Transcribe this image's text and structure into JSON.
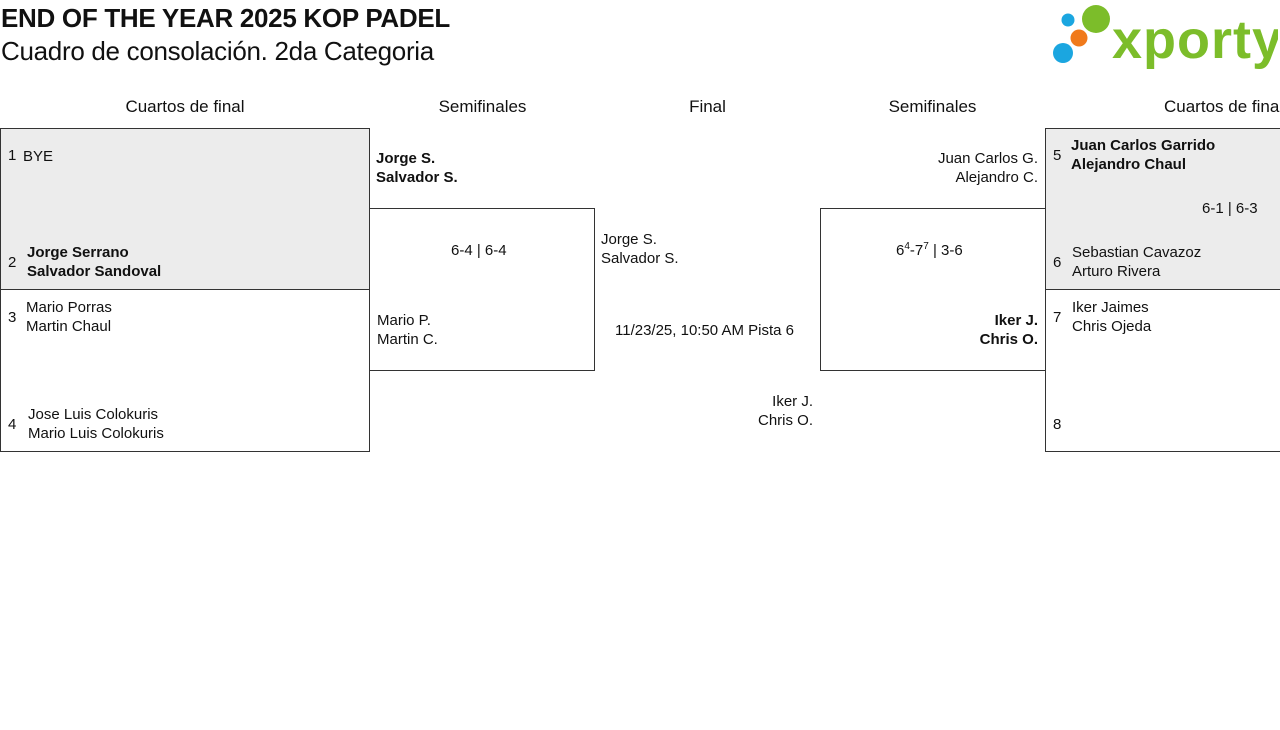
{
  "header": {
    "title": "END OF THE YEAR 2025 KOP PADEL",
    "subtitle": "Cuadro de consolación. 2da Categoria"
  },
  "logo": {
    "text": "xporty",
    "colors": {
      "text": "#7cbd2a",
      "blue": "#1ba6e0",
      "orange": "#f07a1b",
      "green": "#7cbd2a"
    }
  },
  "rounds": {
    "left_qf": "Cuartos de final",
    "left_sf": "Semifinales",
    "final": "Final",
    "right_sf": "Semifinales",
    "right_qf": "Cuartos de final"
  },
  "left_qf": {
    "m1": {
      "seed_a": "1",
      "team_a": [
        "BYE"
      ],
      "seed_b": "2",
      "team_b": [
        "Jorge Serrano",
        "Salvador Sandoval"
      ]
    },
    "m2": {
      "seed_a": "3",
      "team_a": [
        "Mario Porras",
        "Martin Chaul"
      ],
      "seed_b": "4",
      "team_b": [
        "Jose Luis Colokuris",
        "Mario Luis Colokuris"
      ]
    }
  },
  "left_sf": {
    "team_a": [
      "Jorge S.",
      "Salvador S."
    ],
    "score": "6-4 | 6-4",
    "team_b": [
      "Mario P.",
      "Martin C."
    ]
  },
  "final": {
    "team_a": [
      "Jorge S.",
      "Salvador S."
    ],
    "schedule": "11/23/25, 10:50 AM Pista 6",
    "team_b": [
      "Iker J.",
      "Chris O."
    ]
  },
  "right_sf": {
    "team_a": [
      "Juan Carlos G.",
      "Alejandro C."
    ],
    "score": {
      "g1": "6",
      "t1": "4",
      "sep": "-",
      "g2": "7",
      "t2": "7",
      "rest": " | 3-6"
    },
    "team_b": [
      "Iker J.",
      "Chris O."
    ]
  },
  "right_qf": {
    "m1": {
      "seed_a": "5",
      "team_a": [
        "Juan Carlos Garrido",
        "Alejandro Chaul"
      ],
      "score": "6-1 | 6-3",
      "seed_b": "6",
      "team_b": [
        "Sebastian Cavazoz",
        "Arturo Rivera"
      ]
    },
    "m2": {
      "seed_a": "7",
      "team_a": [
        "Iker Jaimes",
        "Chris Ojeda"
      ],
      "seed_b": "8"
    }
  }
}
